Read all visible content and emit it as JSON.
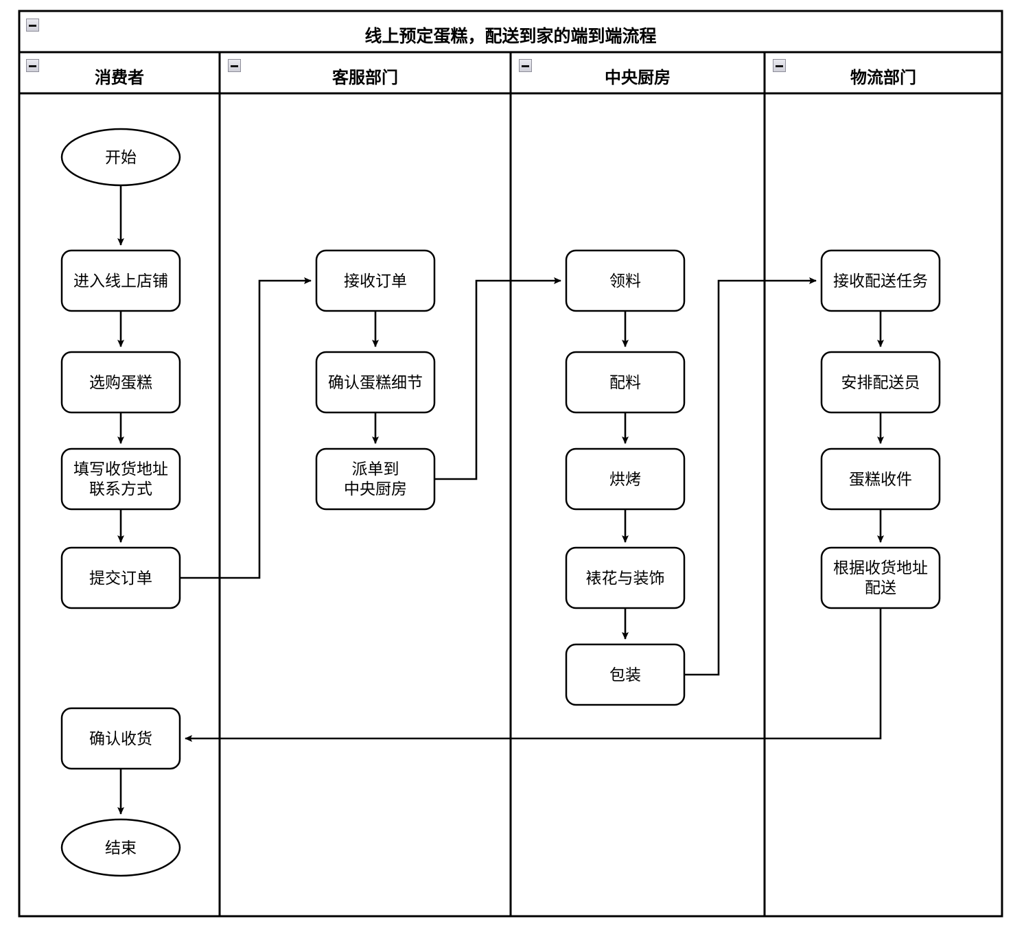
{
  "pool": {
    "title": "线上预定蛋糕，配送到家的端到端流程",
    "collapse_icon": "collapse-minus-icon"
  },
  "lanes": [
    {
      "id": "consumer",
      "label": "消费者",
      "collapse_icon": "collapse-minus-icon"
    },
    {
      "id": "service",
      "label": "客服部门",
      "collapse_icon": "collapse-minus-icon"
    },
    {
      "id": "kitchen",
      "label": "中央厨房",
      "collapse_icon": "collapse-minus-icon"
    },
    {
      "id": "logistics",
      "label": "物流部门",
      "collapse_icon": "collapse-minus-icon"
    }
  ],
  "nodes": {
    "start": {
      "label": "开始",
      "shape": "ellipse",
      "lane": "consumer"
    },
    "enter_shop": {
      "label": "进入线上店铺",
      "shape": "process",
      "lane": "consumer"
    },
    "pick_cake": {
      "label": "选购蛋糕",
      "shape": "process",
      "lane": "consumer"
    },
    "fill_address": {
      "label": "填写收货地址\n联系方式",
      "shape": "process",
      "lane": "consumer"
    },
    "submit_order": {
      "label": "提交订单",
      "shape": "process",
      "lane": "consumer"
    },
    "confirm_recv": {
      "label": "确认收货",
      "shape": "process",
      "lane": "consumer"
    },
    "end": {
      "label": "结束",
      "shape": "ellipse",
      "lane": "consumer"
    },
    "receive_order": {
      "label": "接收订单",
      "shape": "process",
      "lane": "service"
    },
    "confirm_detail": {
      "label": "确认蛋糕细节",
      "shape": "process",
      "lane": "service"
    },
    "dispatch": {
      "label": "派单到\n中央厨房",
      "shape": "process",
      "lane": "service"
    },
    "get_material": {
      "label": "领料",
      "shape": "process",
      "lane": "kitchen"
    },
    "mix": {
      "label": "配料",
      "shape": "process",
      "lane": "kitchen"
    },
    "bake": {
      "label": "烘烤",
      "shape": "process",
      "lane": "kitchen"
    },
    "decorate": {
      "label": "裱花与装饰",
      "shape": "process",
      "lane": "kitchen"
    },
    "package": {
      "label": "包装",
      "shape": "process",
      "lane": "kitchen"
    },
    "recv_task": {
      "label": "接收配送任务",
      "shape": "process",
      "lane": "logistics"
    },
    "assign": {
      "label": "安排配送员",
      "shape": "process",
      "lane": "logistics"
    },
    "pickup": {
      "label": "蛋糕收件",
      "shape": "process",
      "lane": "logistics"
    },
    "deliver": {
      "label": "根据收货地址\n配送",
      "shape": "process",
      "lane": "logistics"
    }
  },
  "edges": [
    {
      "from": "start",
      "to": "enter_shop"
    },
    {
      "from": "enter_shop",
      "to": "pick_cake"
    },
    {
      "from": "pick_cake",
      "to": "fill_address"
    },
    {
      "from": "fill_address",
      "to": "submit_order"
    },
    {
      "from": "submit_order",
      "to": "receive_order"
    },
    {
      "from": "receive_order",
      "to": "confirm_detail"
    },
    {
      "from": "confirm_detail",
      "to": "dispatch"
    },
    {
      "from": "dispatch",
      "to": "get_material"
    },
    {
      "from": "get_material",
      "to": "mix"
    },
    {
      "from": "mix",
      "to": "bake"
    },
    {
      "from": "bake",
      "to": "decorate"
    },
    {
      "from": "decorate",
      "to": "package"
    },
    {
      "from": "package",
      "to": "recv_task"
    },
    {
      "from": "recv_task",
      "to": "assign"
    },
    {
      "from": "assign",
      "to": "pickup"
    },
    {
      "from": "pickup",
      "to": "deliver"
    },
    {
      "from": "deliver",
      "to": "confirm_recv"
    },
    {
      "from": "confirm_recv",
      "to": "end"
    }
  ],
  "colors": {
    "stroke": "#000000",
    "fill": "#ffffff",
    "border": "#000000"
  }
}
